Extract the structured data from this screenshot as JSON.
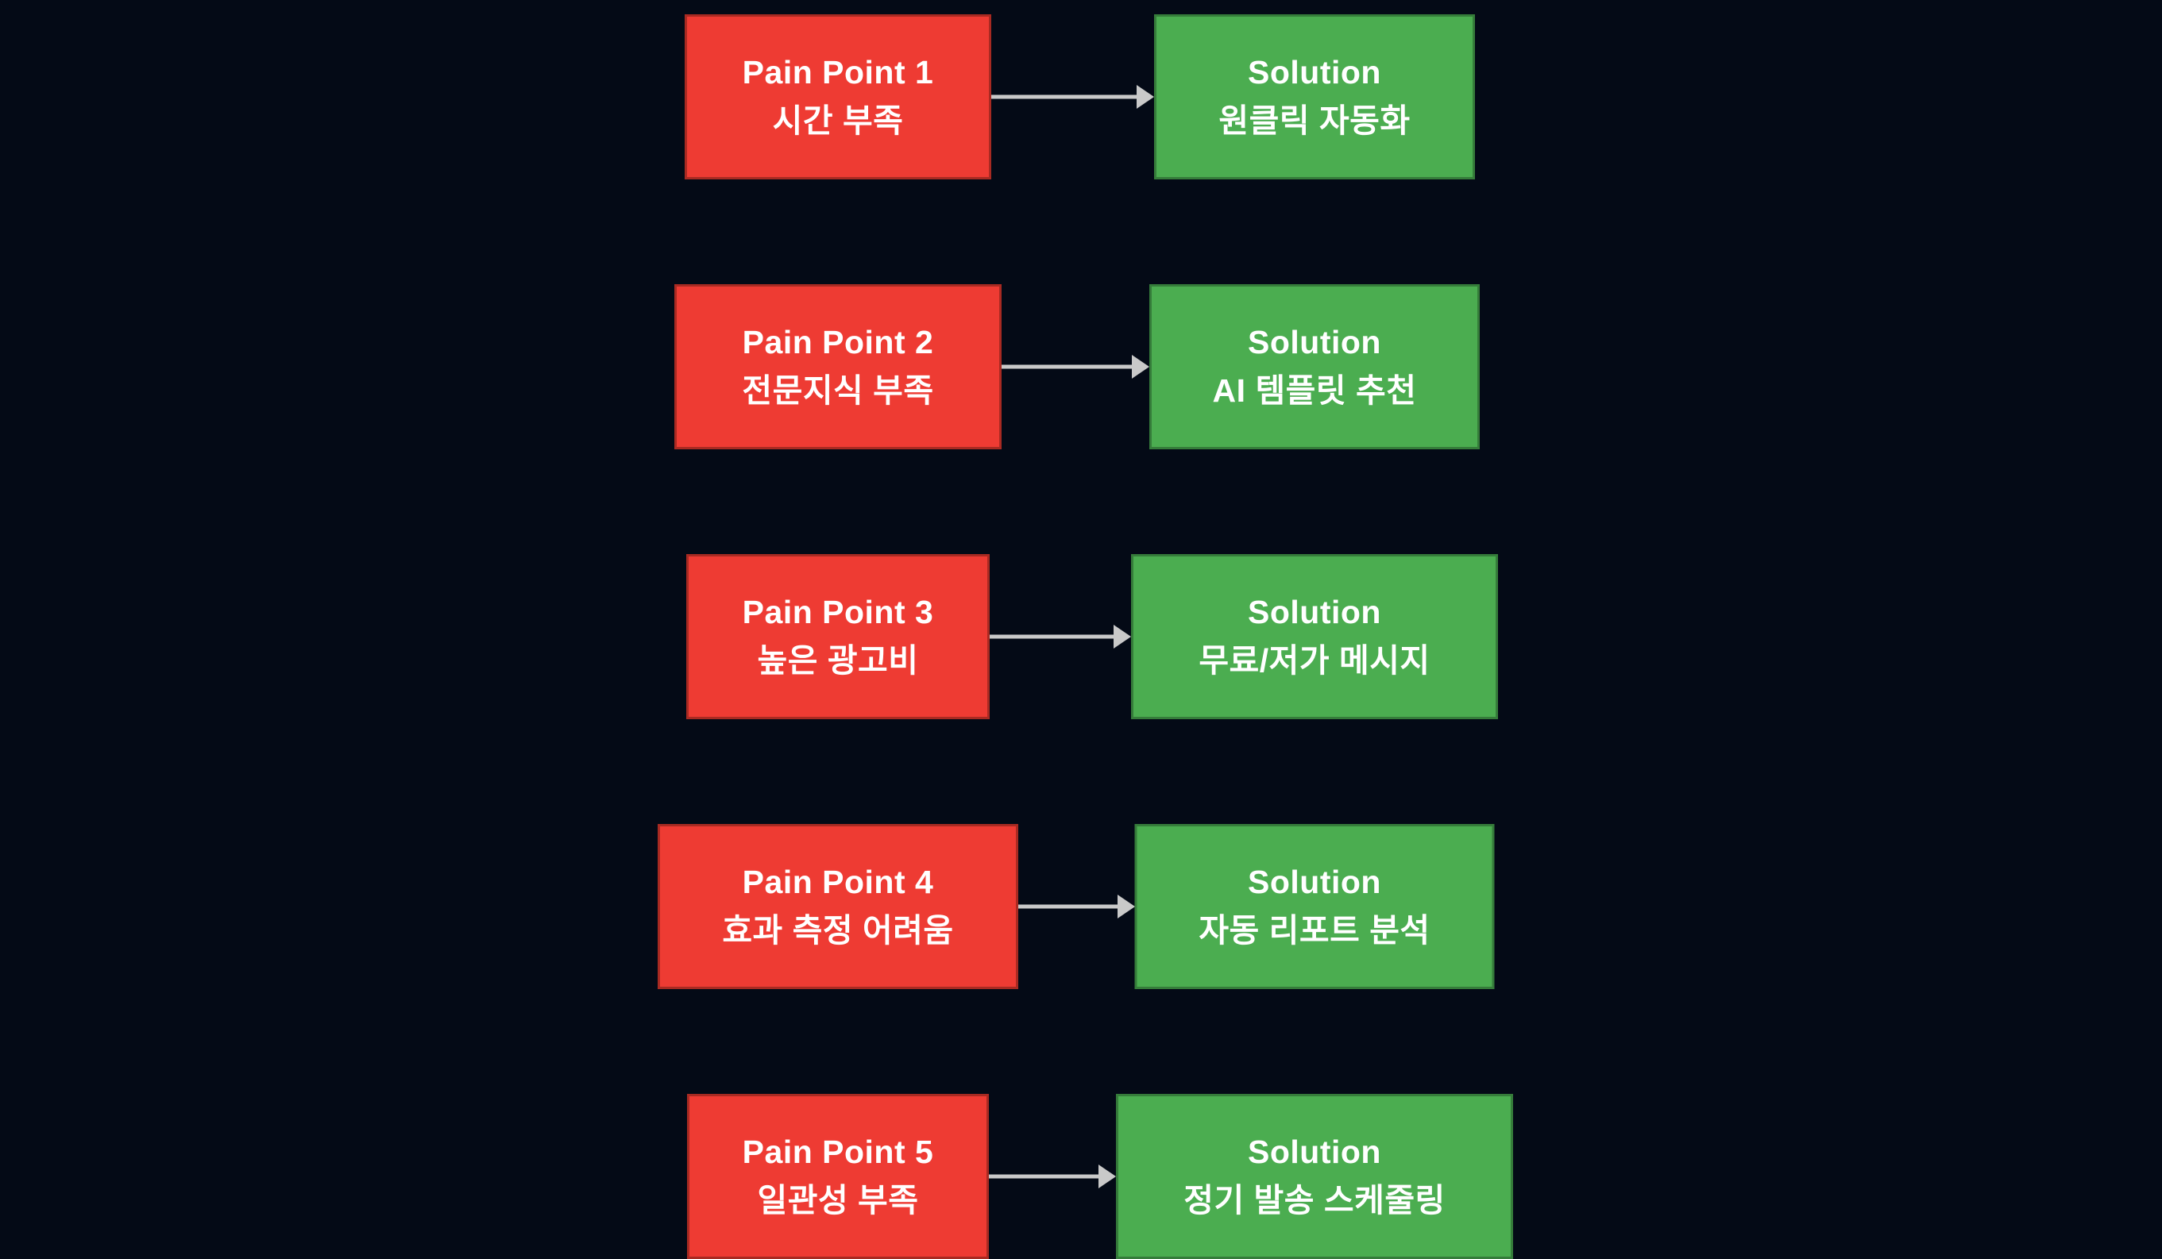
{
  "diagram": {
    "background_color": "#040a16",
    "pain_fill_color": "#ee3b33",
    "pain_border_color": "#a82a22",
    "solution_fill_color": "#4bad50",
    "solution_border_color": "#357c3a",
    "arrow_color": "#c9c9c9",
    "text_color": "#ffffff",
    "rows": [
      {
        "pain_title": "Pain Point 1",
        "pain_detail": "시간 부족",
        "solution_title": "Solution",
        "solution_detail": "원클릭 자동화"
      },
      {
        "pain_title": "Pain Point 2",
        "pain_detail": "전문지식 부족",
        "solution_title": "Solution",
        "solution_detail": "AI 템플릿 추천"
      },
      {
        "pain_title": "Pain Point 3",
        "pain_detail": "높은 광고비",
        "solution_title": "Solution",
        "solution_detail": "무료/저가 메시지"
      },
      {
        "pain_title": "Pain Point 4",
        "pain_detail": "효과 측정 어려움",
        "solution_title": "Solution",
        "solution_detail": "자동 리포트 분석"
      },
      {
        "pain_title": "Pain Point 5",
        "pain_detail": "일관성 부족",
        "solution_title": "Solution",
        "solution_detail": "정기 발송 스케줄링"
      }
    ]
  }
}
